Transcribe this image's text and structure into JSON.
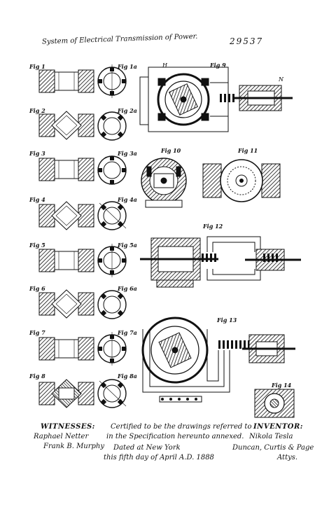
{
  "sheet": {
    "title": "System of Electrical Transmission of Power.",
    "patent_number": "29537",
    "figure_labels": {
      "fig1": "Fig 1",
      "fig1a": "Fig 1a",
      "fig2": "Fig 2",
      "fig2a": "Fig 2a",
      "fig3": "Fig 3",
      "fig3a": "Fig 3a",
      "fig4": "Fig 4",
      "fig4a": "Fig 4a",
      "fig5": "Fig 5",
      "fig5a": "Fig 5a",
      "fig6": "Fig 6",
      "fig6a": "Fig 6a",
      "fig7": "Fig 7",
      "fig7a": "Fig 7a",
      "fig8": "Fig 8",
      "fig8a": "Fig 8a",
      "fig9": "Fig 9",
      "fig10": "Fig 10",
      "fig11": "Fig 11",
      "fig12": "Fig 12",
      "fig13": "Fig 13",
      "fig14": "Fig 14"
    }
  },
  "footer": {
    "witnesses_heading": "WITNESSES:",
    "witness_1": "Raphael Netter",
    "witness_2": "Frank B. Murphy",
    "certification_line_1": "Certified to be the drawings referred to",
    "certification_line_2": "in the Specification hereunto annexed.",
    "dated_line": "Dated at New York",
    "date_line": "this fifth day of April A.D. 1888",
    "inventor_heading": "INVENTOR:",
    "inventor_name": "Nikola Tesla",
    "attorneys": "Duncan, Curtis & Page",
    "attorneys_suffix": "Attys."
  }
}
